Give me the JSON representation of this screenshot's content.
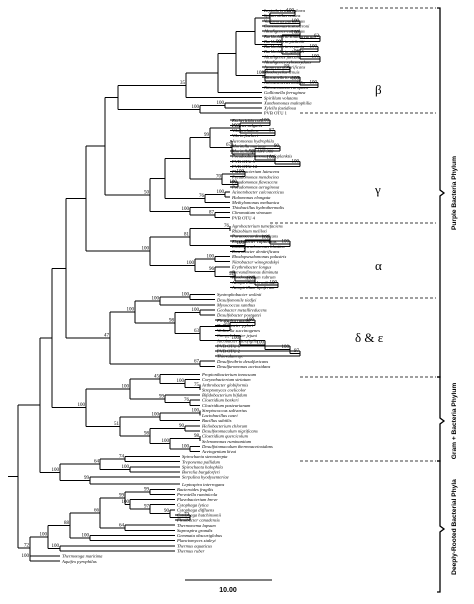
{
  "taxa": [
    "Leptothrix discophora",
    "Sphaerotilus natans",
    "Variovorax paradoxus",
    "Comomonas testosteroni",
    "Alcaligenes eutrophus",
    "Burkholderia solanacearum",
    "Burkholderia pickettii",
    "Burkholderia cepacia",
    "Burkholderia gladioli",
    "Alcaligenes faecalis",
    "Alcaligenes xylosoxydans",
    "Azoarcus denitrificans",
    "Rhodocyclus tenuis",
    "Nitrosovibrio tenuis",
    "Nitrosococcus mobilis",
    "Nitrosomonas europaea",
    "Gallionella ferruginea",
    "Spirillum volutans",
    "Xanthomonas maltophilia",
    "Xylella fastidiosa",
    "PVB OTU 1",
    "Escherichia coli",
    "Proteus vulgaris",
    "Vibrio cholera",
    "Vibrio fischeri",
    "Aeromonas hydrophila",
    "Moritella marinus",
    "Moritella sp. ANT-300",
    "Pseudoalteromonas haloplanktis",
    "PVB OTU 5",
    "PVB OTU 12",
    "Flavobacterium lutescens",
    "Pseudomonas mendocina",
    "Pseudomonas flavescens",
    "Pseudomonas aeruginosa",
    "Acinetobacter calcoaceticus",
    "Halomonas elongata",
    "Methylomonas methanica",
    "Thiobacillus hydrothermalis",
    "Chromatium vinosum",
    "PVB OTU 4",
    "Agrobacterium tumefaciens",
    "Rhizobium meliloti",
    "Paracoccus denitrificans",
    "Rhodobacter capsulatus",
    "Rhodopseudomonas blastica",
    "Roseobacter denitrificans",
    "Rhodopseudomonas palustris",
    "Nitrobacter winogradskyi",
    "Erythrobacter longus",
    "Brevundimonas diminuta",
    "Rhodospirillum rubrum",
    "Azospirillum brasilense",
    "Azospirillum lipoferum",
    "Syntrophobacter wolinii",
    "Desulfomonile tiedjei",
    "Myxococcus xanthus",
    "Geobacter metallireducens",
    "Desulfobacter postgatei",
    "Flexispira rappini",
    "Helicobacter pylori",
    "Wolinella succinogenes",
    "Campylobacter jejuni",
    "Arcobacter nitrofigilis",
    "PVB OTU 6",
    "PVB OTU 2",
    "Thiovulum sp.",
    "Desulfovibrio desulfuricans",
    "Desulfuromonas acetoxidans",
    "Propionibacterium innocuum",
    "Corynebacterium striatum",
    "Arthrobacter globiformis",
    "Streptomyces coelicolor",
    "Bifidobacterium bifidum",
    "Clostridium barkeri",
    "Clostridium pasteurianum",
    "Streptococcus salivarius",
    "Lactobacillus casei",
    "Bacillus subtilis",
    "Heliobacterium chlorum",
    "Desulfotomaculum nigrificans",
    "Clostridium quercicolum",
    "Selenomonas ruminantium",
    "Desulfotomaculum thermoacetoxidans",
    "Acetogenium kivui",
    "Spirochaeta stenostrepta",
    "Treponema pallidum",
    "Spirochaeta halophila",
    "Borrelia burgdorferi",
    "Serpulina hyodysenteriae",
    "Leptospira interrogans",
    "Bacteroides fragilis",
    "Prevotella ruminicola",
    "Flavobacterium breve",
    "Cytophaga lytica",
    "Cytophaga diffluens",
    "Cytophaga hutchinsonii",
    "Flexibacter canadensis",
    "Thermonema lapsum",
    "Saprospira grandis",
    "Gemmata obscuriglobus",
    "Planctomyces staleyi",
    "Thermus aquaticus",
    "Thermus ruber",
    "Thermotoga maritima",
    "Aquifex pyrophilus"
  ],
  "bootstrap": [
    "100",
    "100",
    "100",
    "100",
    "90",
    "100",
    "62",
    "96",
    "100",
    "100",
    "89",
    "100",
    "79",
    "100",
    "100",
    "96",
    "100",
    "35",
    "100",
    "100",
    "100",
    "99",
    "100",
    "100",
    "87",
    "67",
    "98",
    "90",
    "100",
    "100",
    "70",
    "100",
    "100",
    "50",
    "76",
    "100",
    "100",
    "87",
    "48",
    "100",
    "81",
    "76",
    "100",
    "100",
    "100",
    "100",
    "100",
    "96",
    "92",
    "100",
    "100",
    "47",
    "100",
    "100",
    "100",
    "98",
    "100",
    "63",
    "95",
    "100",
    "100",
    "100",
    "100",
    "97",
    "67",
    "100",
    "100",
    "45",
    "100",
    "75",
    "99",
    "76",
    "51",
    "100",
    "100",
    "98",
    "90",
    "100",
    "98",
    "100",
    "100",
    "64",
    "74",
    "100",
    "99",
    "72",
    "100",
    "88",
    "66",
    "99",
    "99",
    "100",
    "97",
    "90",
    "77",
    "64",
    "100",
    "100",
    "100",
    "100",
    "100",
    "100",
    "100",
    "75"
  ],
  "groups": [
    {
      "symbol": "β"
    },
    {
      "symbol": "γ"
    },
    {
      "symbol": "α"
    },
    {
      "symbol": "δ & ε"
    }
  ],
  "phyla": [
    {
      "label": "Purple Bacteria Phylum"
    },
    {
      "label": "Gram + Bacteria Phylum"
    },
    {
      "label": "Deeply-Rooted Bacterial Phyla"
    }
  ],
  "scale_label": "10.00"
}
